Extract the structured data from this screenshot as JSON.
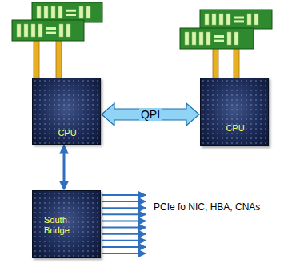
{
  "diagram": {
    "nodes": [
      {
        "text": [
          "CPU"
        ]
      },
      {
        "text": [
          "CPU"
        ]
      },
      {
        "text": [
          "South Bridge"
        ]
      }
    ],
    "edges": [
      {
        "from": 0,
        "to": 1,
        "label": "QPI",
        "arrow": "both"
      },
      {
        "from": 0,
        "to": 2,
        "arrow": "both"
      }
    ],
    "labels": [
      "PCIe fo NIC, HBA, CNAs"
    ]
  }
}
